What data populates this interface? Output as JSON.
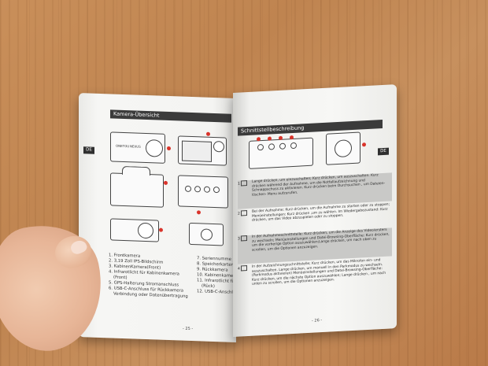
{
  "left_page": {
    "lang": "DE",
    "title": "Kamera-Übersicht",
    "items_col1": [
      "1. Frontkamera",
      "2. 3,19 Zoll IPS-Bildschirm",
      "3. KabinenKamera(Front)",
      "4. Infrarotlicht für Kabinenkamera",
      "(Front)",
      "5. GPS-Halterung Stromanschluss",
      "6. USB-C-Anschluss für Rückkamera",
      "Verbindung oder Datenübertragung"
    ],
    "items_col2": [
      "7. Seriennumme",
      "8. Speicherkarten",
      "9. Rückkamera",
      "10. Kabinenkamera",
      "11. Infrarotlicht fü",
      "(Rück)",
      "12. USB-C-Anschl"
    ],
    "device_label_a": "ONETOU",
    "device_label_b": "NEXUS",
    "page_num": "- 25 -"
  },
  "right_page": {
    "lang": "DE",
    "title": "Schnittstellbeschreibung",
    "rows": [
      {
        "num": "1",
        "shaded": true,
        "text": "Lange drücken, um einzuschalten; Kurz drücken, um auszuschalten. Kurz drücken während der Aufnahme, um die Notfallaufzeichnung und Schnappschuss zu aktivieren. Kurz drücken beim Durchsuchen , um Dateien-löschen- Menu aufzurufen."
      },
      {
        "num": "2",
        "shaded": false,
        "text": "Bei der Aufnahme: Kurz drücken, um die Aufnahme zu starten oder zu stoppen; Menüeinstellungen: Kurz drücken ,um zu wählen. Im Wiedergabezustand: Kurz drücken, um das Video abzuspielen oder zu stoppen."
      },
      {
        "num": "3",
        "shaded": true,
        "text": "In der Aufnahmeschnittstelle: Kurz drücken, um die Anzeige des Video/ersters zu wechseln; Menüeinstellungen und Datei-Browsing-Oberfläche: Kurz drücken, um die vorherige Option auszuwählen;Lange drücken, um nach oben zu scrollen, um die Optionen anzuzeigen."
      },
      {
        "num": "4",
        "shaded": false,
        "text": "In der Aufzeichnungsschnittstelle; Kurz drücken, um das Mikrofon ein- und auszuschalten. Lange drücken, um manuell in den Parkmodus zu wechseln. (Parkmodus aktivieren) Menüeinstellungen und Datei-Browsing-Oberfläche: Kurz drücken, um die nächste Option auszuwählen; Lange drücken , um nach unten zu scrollen, um die Optionen anzuzeigen."
      }
    ],
    "page_num": "- 26 -"
  },
  "colors": {
    "accent_red": "#d9342b",
    "header_dark": "#3b3b3b",
    "shade": "#c9c9c7"
  }
}
